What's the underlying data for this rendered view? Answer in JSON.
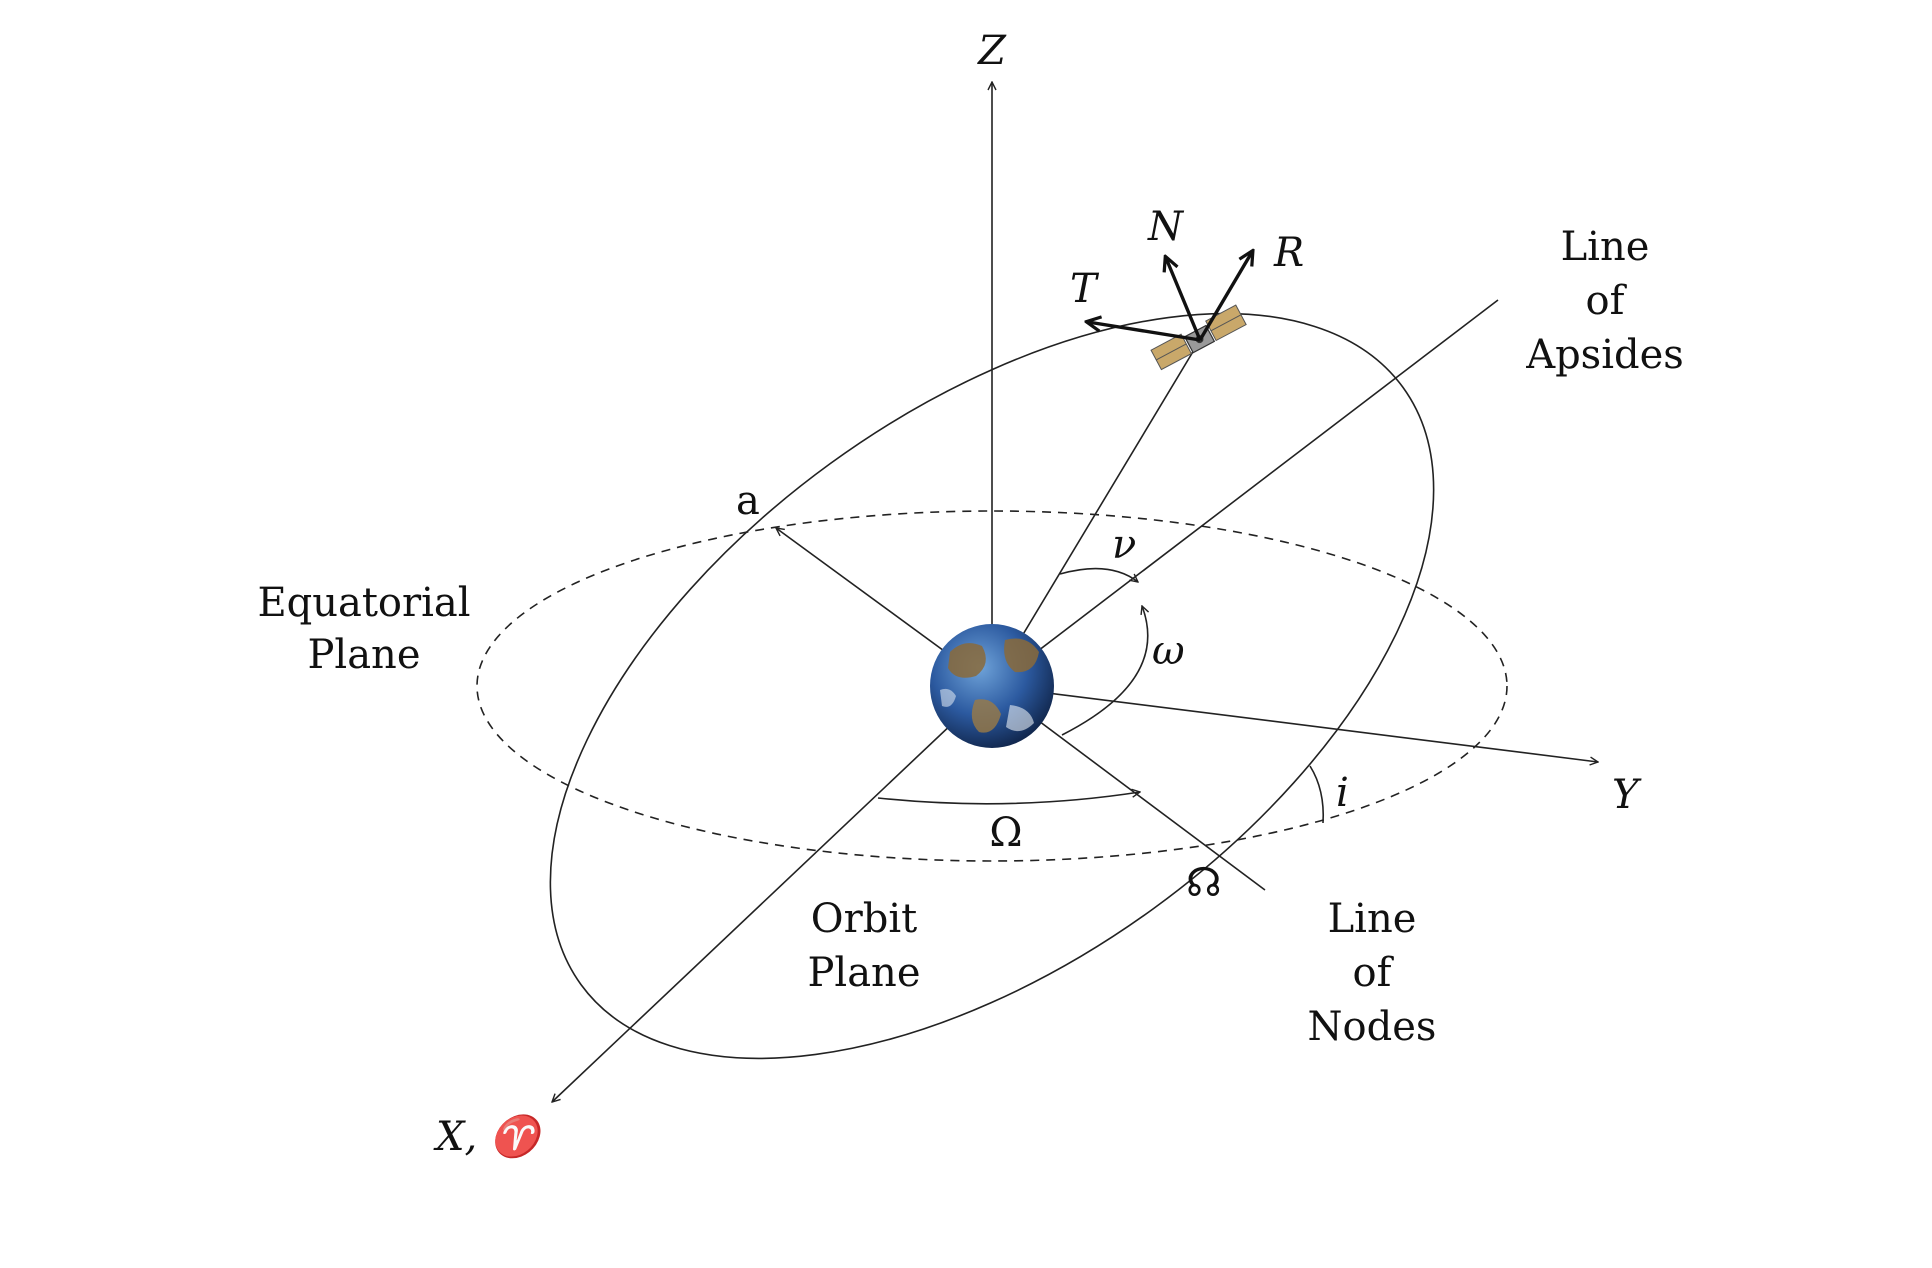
{
  "labels": {
    "z_axis": "Z",
    "y_axis": "Y",
    "x_axis": "X, ♈",
    "normal": "N",
    "radial": "R",
    "tangential": "T",
    "apsides_line_1": "Line",
    "apsides_line_2": "of",
    "apsides_line_3": "Apsides",
    "nodes_line_1": "Line",
    "nodes_line_2": "of",
    "nodes_line_3": "Nodes",
    "equatorial_1": "Equatorial",
    "equatorial_2": "Plane",
    "orbit_1": "Orbit",
    "orbit_2": "Plane",
    "semi_major": "a",
    "true_anomaly": "ν",
    "arg_periapsis": "ω",
    "inclination": "i",
    "raan": "Ω",
    "ascending_node": "☊"
  },
  "icons": {
    "central_body": "earth-icon",
    "spacecraft": "satellite-icon"
  },
  "colors": {
    "ink": "#222222",
    "ocean": "#2c5aa0",
    "land": "#8a6a3a",
    "solar_panel": "#c9a86a"
  }
}
